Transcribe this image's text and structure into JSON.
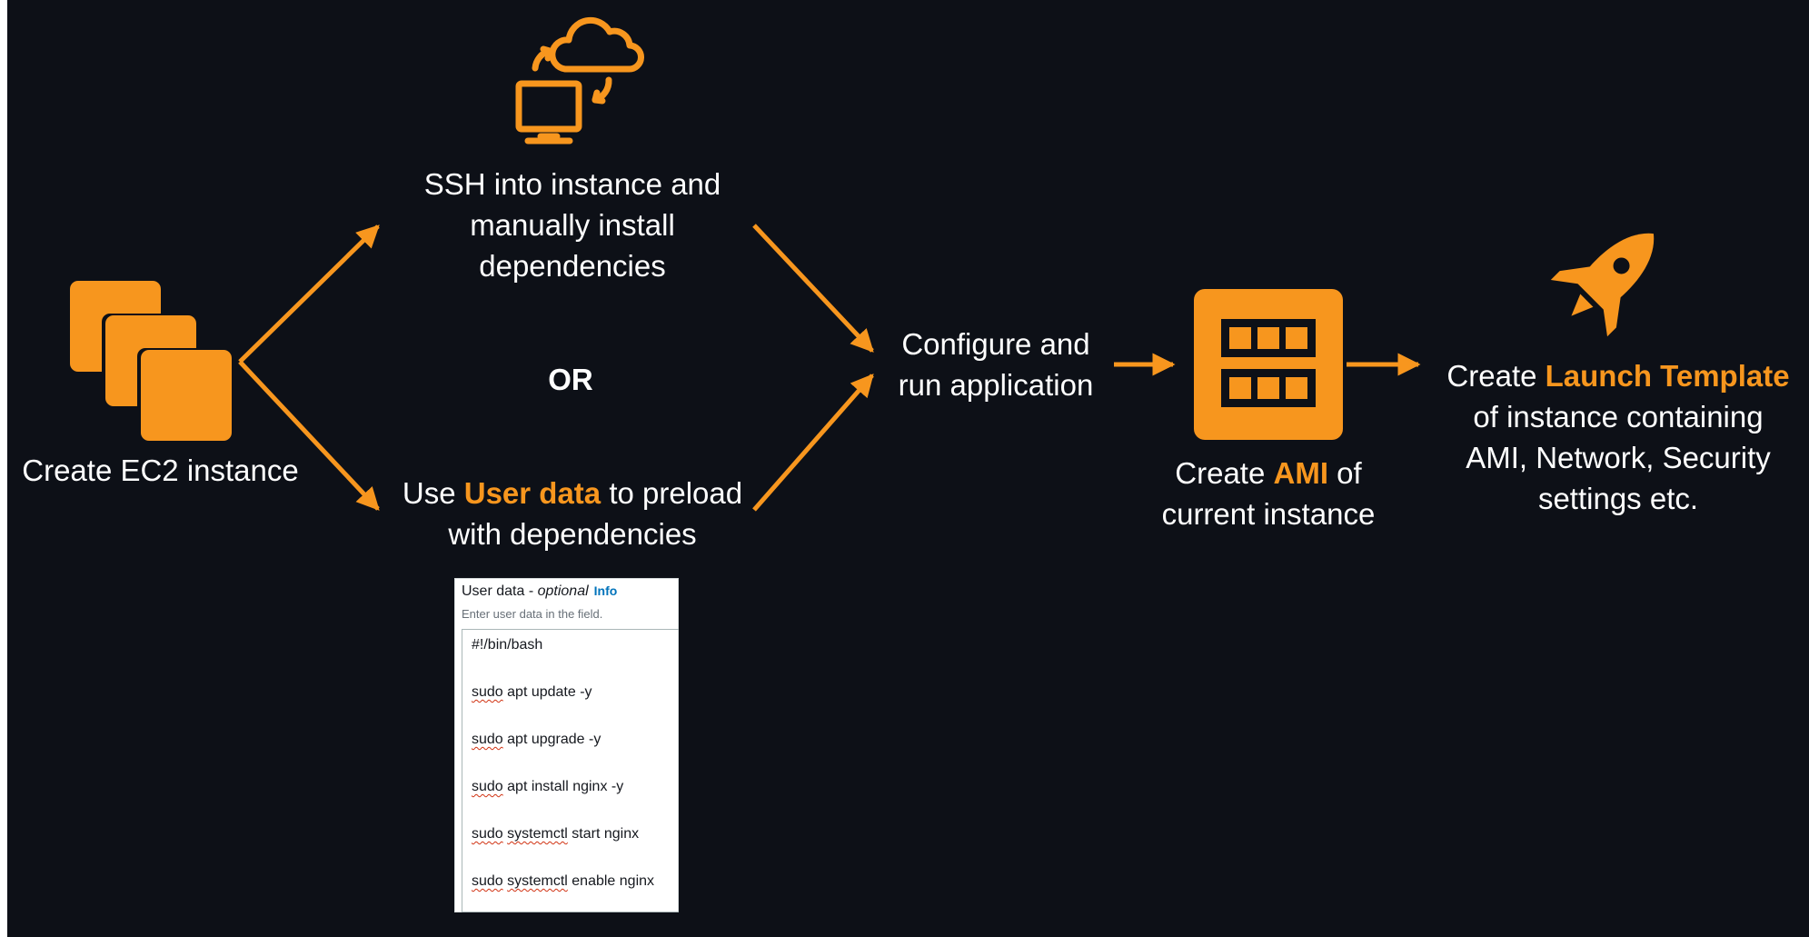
{
  "steps": {
    "create_ec2": "Create EC2 instance",
    "ssh": [
      "SSH into instance and",
      "manually install",
      "dependencies"
    ],
    "or": "OR",
    "user_data": {
      "prefix": "Use ",
      "highlight": "User data",
      "suffix": " to preload",
      "line2": "with dependencies"
    },
    "configure": [
      "Configure and",
      "run application"
    ],
    "ami": {
      "prefix": "Create ",
      "highlight": "AMI",
      "suffix": " of",
      "line2": "current instance"
    },
    "launch_template": {
      "prefix": "Create ",
      "highlight": "Launch Template",
      "line2": "of instance containing",
      "line3": "AMI, Network, Security",
      "line4": "settings etc."
    }
  },
  "user_data_panel": {
    "label": "User data - ",
    "label_italic": "optional",
    "info": "Info",
    "description": "Enter user data in the field.",
    "lines": [
      {
        "a": "#!/bin/bash",
        "b": "",
        "c": ""
      },
      {
        "a": "sudo",
        "b": "",
        "c": " apt update -y"
      },
      {
        "a": "sudo",
        "b": "",
        "c": " apt upgrade -y"
      },
      {
        "a": "sudo",
        "b": "",
        "c": " apt install nginx -y"
      },
      {
        "a": "sudo",
        "b": "systemctl",
        "c": " start nginx"
      },
      {
        "a": "sudo",
        "b": "systemctl",
        "c": " enable nginx"
      }
    ]
  },
  "colors": {
    "background": "#0d1017",
    "accent": "#f7961e",
    "text": "#ffffff"
  },
  "icons": [
    "ec2-instances-icon",
    "computer-cloud-sync-icon",
    "ami-icon",
    "rocket-icon"
  ]
}
